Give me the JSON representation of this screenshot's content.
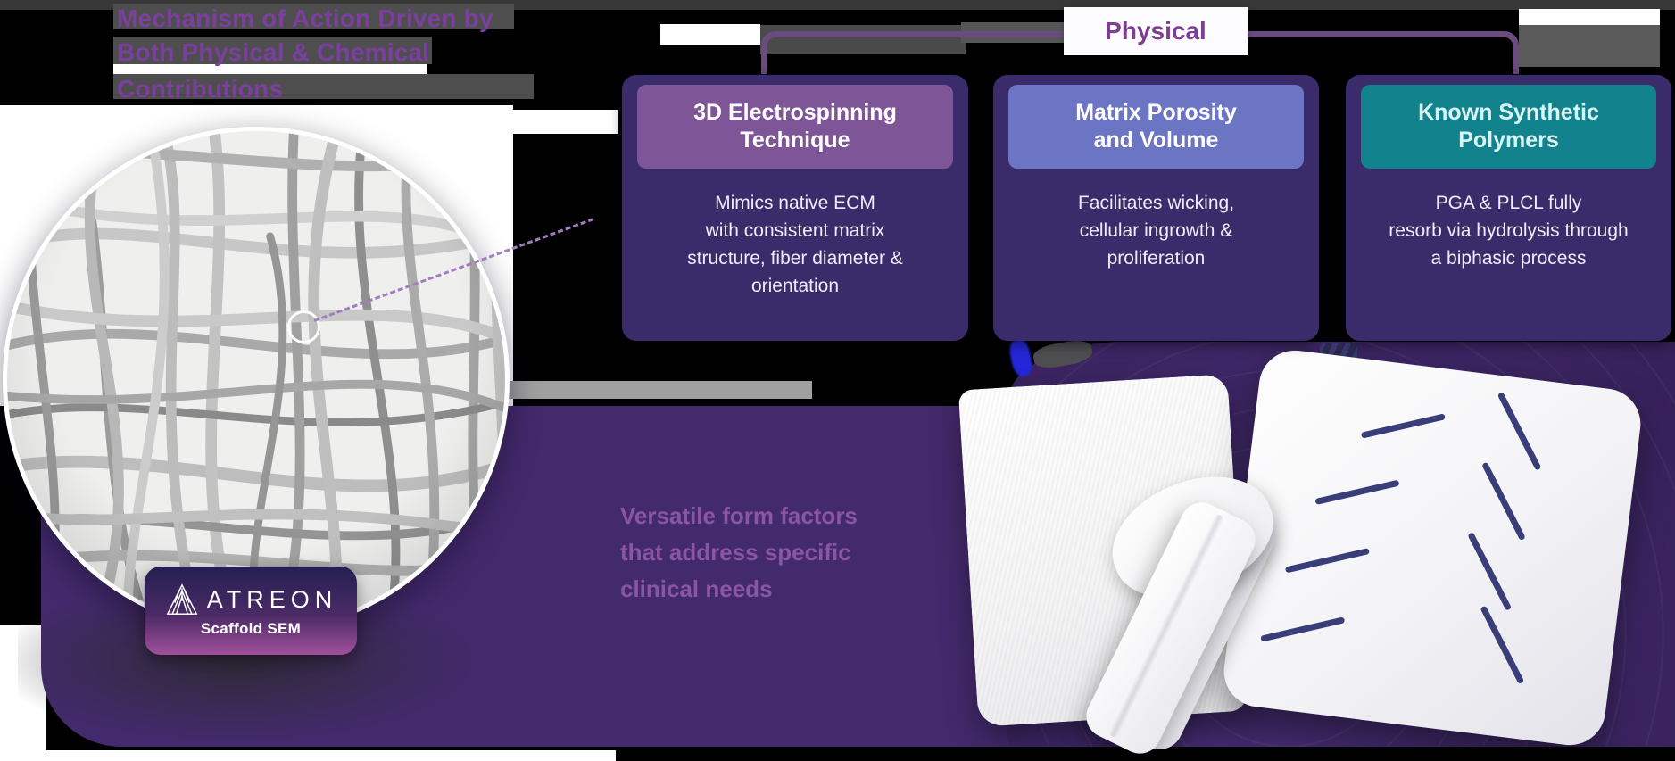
{
  "title": {
    "lines": [
      "Mechanism of Action Driven by",
      "Both Physical & Chemical",
      "Contributions"
    ]
  },
  "bracket": {
    "label": "Physical"
  },
  "cards": [
    {
      "header_lines": [
        "3D Electrospinning",
        "Technique"
      ],
      "body_lines": [
        "Mimics native ECM",
        "with consistent matrix",
        "structure, fiber diameter &",
        "orientation"
      ],
      "header_color": "#7e5697",
      "header_text_color": "#ffffff"
    },
    {
      "header_lines": [
        "Matrix Porosity",
        "and Volume"
      ],
      "body_lines": [
        "Facilitates wicking,",
        "cellular ingrowth &",
        "proliferation"
      ],
      "header_color": "#6c74c4",
      "header_text_color": "#ffffff"
    },
    {
      "header_lines": [
        "Known Synthetic",
        "Polymers"
      ],
      "body_lines": [
        "PGA & PLCL fully",
        "resorb via hydrolysis through",
        "a biphasic process"
      ],
      "header_color": "#12828c",
      "header_text_color": "#d9f4f5"
    }
  ],
  "sem_badge": {
    "brand": "ATREON",
    "caption": "Scaffold SEM",
    "logo_icon": "atreon-triangles-icon"
  },
  "band": {
    "heading_lines": [
      "Versatile form factors",
      "that address specific",
      "clinical needs"
    ]
  },
  "colors": {
    "band": "#432a6c",
    "card_body": "#3a2c6b",
    "title_text": "#7c3fa0",
    "physical_text": "#7d3d92",
    "band_heading_text": "#8a55a4",
    "bracket_line": "#6a4b7d",
    "card1_header": "#7e5697",
    "card2_header": "#6c74c4",
    "card3_header": "#12828c",
    "slit": "#3a3e78",
    "badge_gradient_top": "#232052",
    "badge_gradient_bottom": "#a1509b"
  }
}
